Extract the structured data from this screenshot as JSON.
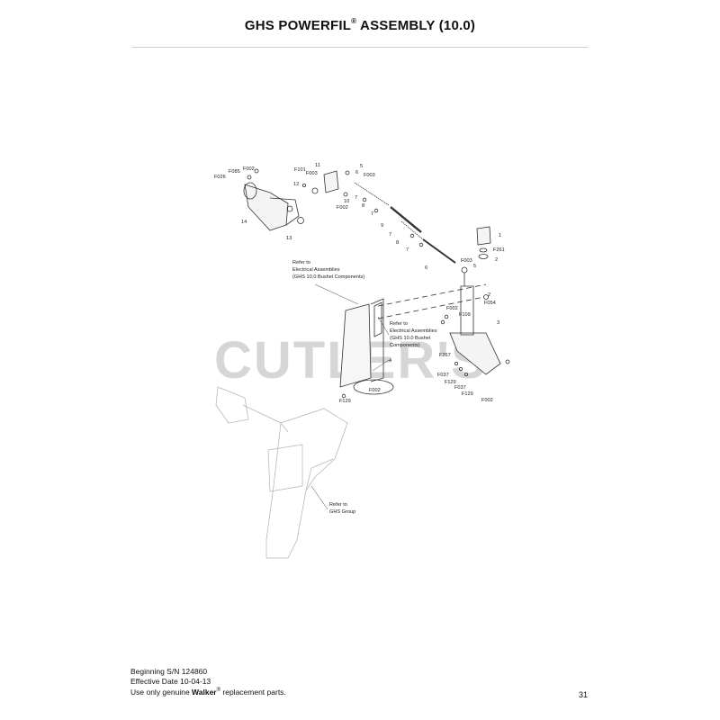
{
  "header": {
    "title_pre": "GHS POWERFIL",
    "title_reg": "®",
    "title_post": " ASSEMBLY (10.0)"
  },
  "watermark": "CUTLER'S",
  "callouts": {
    "c_f002_a": "F002",
    "c_f085": "F085",
    "c_f026": "F026",
    "c_14": "14",
    "c_13": "13",
    "c_f101": "F101",
    "c_11": "11",
    "c_f003_a": "F003",
    "c_12": "12",
    "c_10": "10",
    "c_f002_b": "F002",
    "c_5_a": "5",
    "c_6_a": "6",
    "c_f003_b": "F003",
    "c_7_a": "7",
    "c_8_a": "8",
    "c_7_b": "7",
    "c_9": "9",
    "c_7_c": "7",
    "c_8_b": "8",
    "c_7_d": "7",
    "c_6_b": "6",
    "c_1": "1",
    "c_f261": "F261",
    "c_2_a": "2",
    "c_f003_c": "F003",
    "c_5_b": "5",
    "c_2_b": "2",
    "c_f054": "F054",
    "c_f002_c": "F002",
    "c_f109": "F109",
    "c_3": "3",
    "c_4": "4",
    "c_f267": "F267",
    "c_f037_a": "F037",
    "c_f129_a": "F129",
    "c_f037_b": "F037",
    "c_f129_b": "F129",
    "c_f002_d": "F002",
    "c_f002_e": "F002",
    "c_f129_c": "F129"
  },
  "notes": {
    "electrical_left": [
      "Refer to",
      "Electrical Assemblies",
      "(GHS 10.0 Bushel Components)"
    ],
    "electrical_right": [
      "Refer to",
      "Electrical Assemblies",
      "(GHS 10.0 Bushel",
      "Components)"
    ],
    "ghs_group": [
      "Refer to",
      "GHS Group"
    ]
  },
  "footer": {
    "serial": "Beginning S/N 124860",
    "effective": "Effective Date 10-04-13",
    "use_pre": "Use only genuine ",
    "brand": "Walker",
    "reg": "®",
    "use_post": " replacement parts."
  },
  "page_number": "31"
}
